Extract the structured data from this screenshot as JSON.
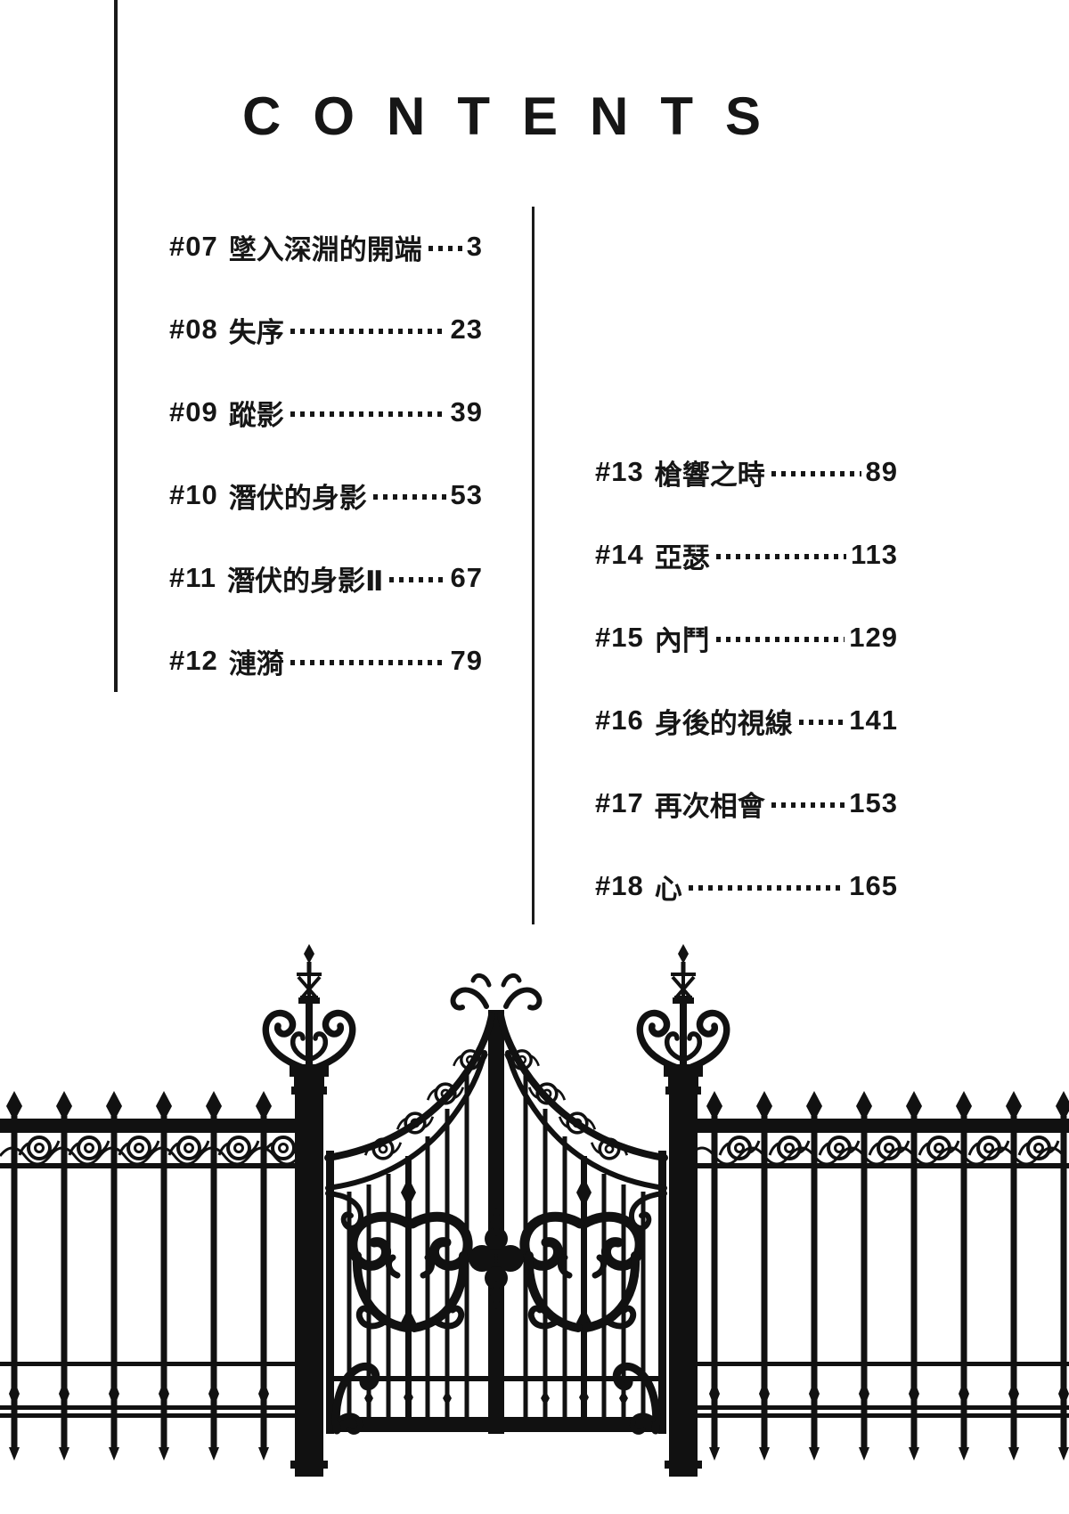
{
  "title": "CONTENTS",
  "colors": {
    "ink": "#161616",
    "background": "#ffffff"
  },
  "toc": {
    "columns": [
      {
        "entries": [
          {
            "chapter": "#07",
            "title": "墜入深淵的開端",
            "page": "3"
          },
          {
            "chapter": "#08",
            "title": "失序",
            "page": "23"
          },
          {
            "chapter": "#09",
            "title": "蹤影",
            "page": "39"
          },
          {
            "chapter": "#10",
            "title": "潛伏的身影",
            "page": "53"
          },
          {
            "chapter": "#11",
            "title": "潛伏的身影Ⅱ",
            "page": "67"
          },
          {
            "chapter": "#12",
            "title": "漣漪",
            "page": "79"
          }
        ]
      },
      {
        "entries": [
          {
            "chapter": "#13",
            "title": "槍響之時",
            "page": "89"
          },
          {
            "chapter": "#14",
            "title": "亞瑟",
            "page": "113"
          },
          {
            "chapter": "#15",
            "title": "內鬥",
            "page": "129"
          },
          {
            "chapter": "#16",
            "title": "身後的視線",
            "page": "141"
          },
          {
            "chapter": "#17",
            "title": "再次相會",
            "page": "153"
          },
          {
            "chapter": "#18",
            "title": "心",
            "page": "165"
          }
        ]
      }
    ]
  },
  "illustration": {
    "name": "ornate wrought-iron gate and fence",
    "ink": "#111111"
  }
}
